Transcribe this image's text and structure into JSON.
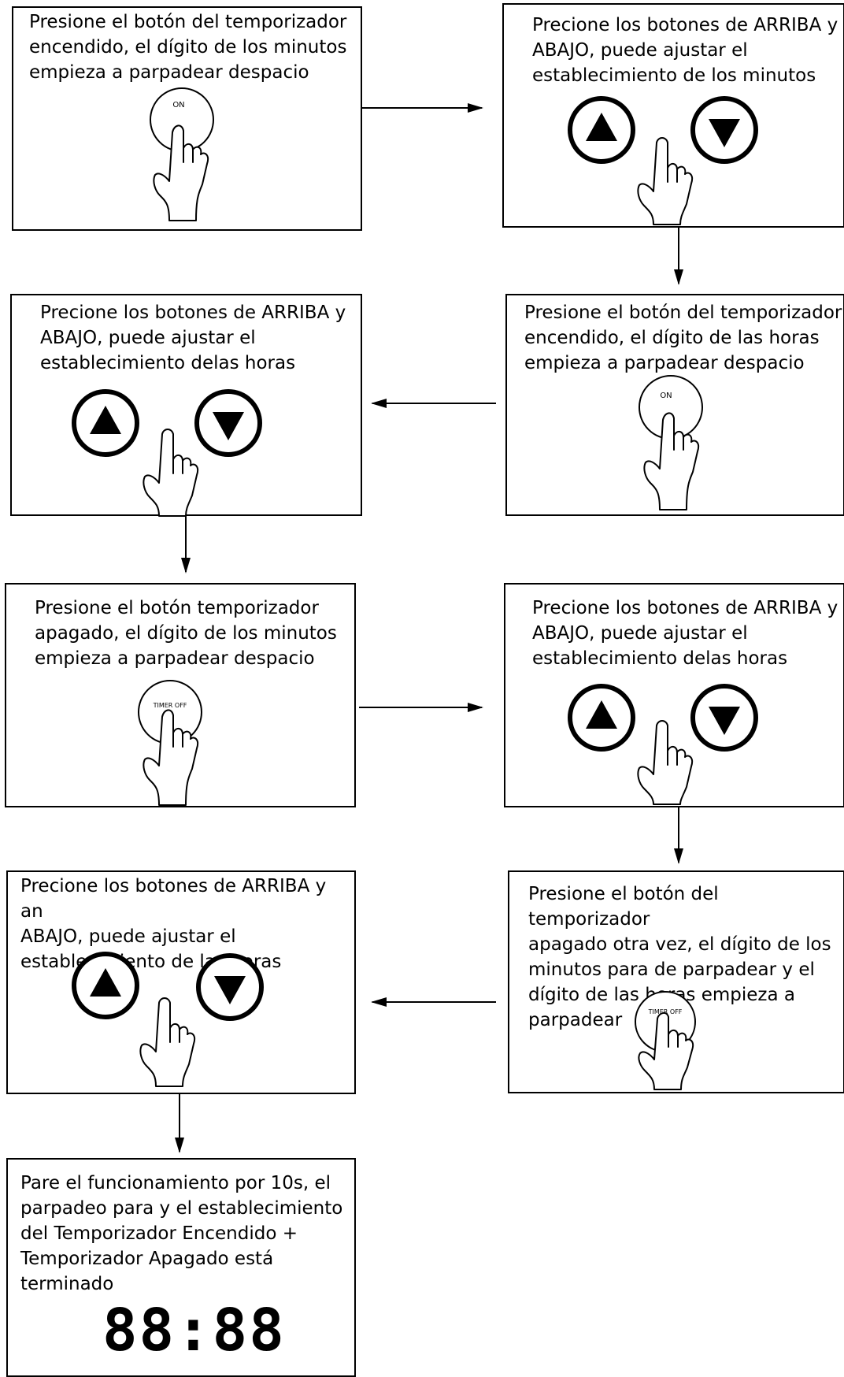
{
  "steps": [
    {
      "text": "Presione el botón del temporizador\nencendido, el dígito de los minutos\nempieza a parpadear despacio",
      "button_label": "ON"
    },
    {
      "text": "Precione los botones de ARRIBA y\nABAJO, puede ajustar el\nestablecimiento de los minutos"
    },
    {
      "text": "Presione el botón del temporizador\nencendido, el dígito de las horas\nempieza a parpadear despacio",
      "button_label": "ON"
    },
    {
      "text": "Precione los botones de ARRIBA y\nABAJO, puede ajustar el\nestablecimiento delas horas"
    },
    {
      "text": "Presione el botón temporizador\napagado, el dígito de los minutos\nempieza a parpadear despacio",
      "button_label": "TIMER OFF"
    },
    {
      "text": "Precione los botones de ARRIBA y\nABAJO, puede ajustar el\nestablecimiento delas horas"
    },
    {
      "text": "Presione el botón del temporizador\napagado otra vez, el dígito de los\nminutos para de parpadear y el\ndígito de las horas empieza a\nparpadear",
      "button_label": "TIMER OFF"
    },
    {
      "text": "Precione los botones de ARRIBA y an\nABAJO, puede ajustar el\nestablecimiento de las horas"
    },
    {
      "text": "Pare el funcionamiento por 10s, el\nparpadeo para y el establecimiento\ndel Temporizador Encendido +\nTemporizador Apagado está\nterminado",
      "display": "88:88"
    }
  ]
}
